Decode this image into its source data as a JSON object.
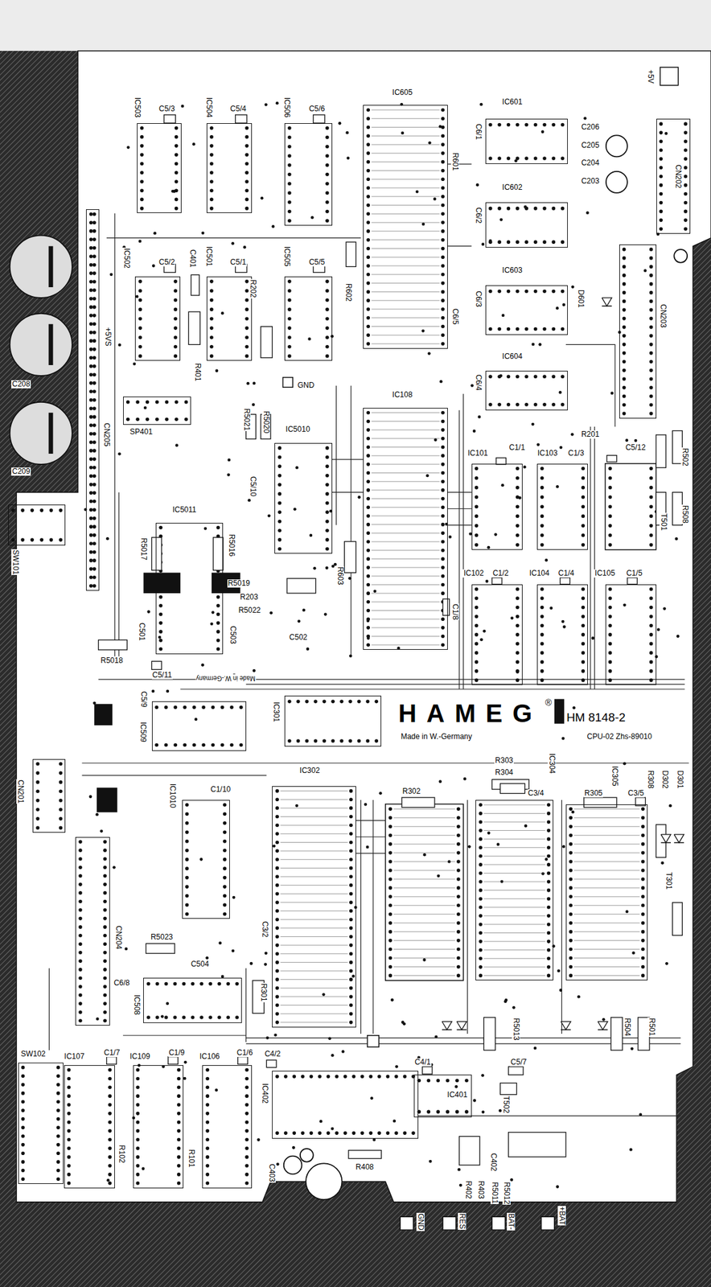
{
  "diagram": {
    "nodes": [
      {
        "text": [
          "IC503"
        ]
      },
      {
        "text": [
          "IC504"
        ]
      },
      {
        "text": [
          "IC506"
        ]
      },
      {
        "text": [
          "IC605"
        ]
      },
      {
        "text": [
          "IC601"
        ]
      },
      {
        "text": [
          "IC602"
        ]
      },
      {
        "text": [
          "IC603"
        ]
      },
      {
        "text": [
          "IC604"
        ]
      },
      {
        "text": [
          "CN202"
        ]
      },
      {
        "text": [
          "IC502"
        ]
      },
      {
        "text": [
          "IC501"
        ]
      },
      {
        "text": [
          "IC505"
        ]
      },
      {
        "text": [
          "CN203"
        ]
      },
      {
        "text": [
          "CN205"
        ]
      },
      {
        "text": [
          "SP401"
        ]
      },
      {
        "text": [
          "IC5010"
        ]
      },
      {
        "text": [
          "IC108"
        ]
      },
      {
        "text": [
          "IC101"
        ]
      },
      {
        "text": [
          "IC103"
        ]
      },
      {
        "text": [
          "SW101"
        ]
      },
      {
        "text": [
          "IC5011"
        ]
      },
      {
        "text": [
          "IC102"
        ]
      },
      {
        "text": [
          "IC104"
        ]
      },
      {
        "text": [
          "IC105"
        ]
      },
      {
        "text": [
          "IC509"
        ]
      },
      {
        "text": [
          "IC301"
        ]
      },
      {
        "text": [
          "CN201"
        ]
      },
      {
        "text": [
          "IC1010"
        ]
      },
      {
        "text": [
          "IC302"
        ]
      },
      {
        "text": [
          "IC304"
        ]
      },
      {
        "text": [
          "IC305"
        ]
      },
      {
        "text": [
          "CN204"
        ]
      },
      {
        "text": [
          "IC508"
        ]
      },
      {
        "text": [
          "SW102"
        ]
      },
      {
        "text": [
          "IC107"
        ]
      },
      {
        "text": [
          "IC109"
        ]
      },
      {
        "text": [
          "IC106"
        ]
      },
      {
        "text": [
          "IC402"
        ]
      },
      {
        "text": [
          "IC401"
        ]
      }
    ],
    "labels": [
      "+5V",
      "C5/3",
      "C5/4",
      "C5/6",
      "R601",
      "C6/1",
      "C206",
      "C205",
      "C204",
      "C203",
      "C6/2",
      "C5/2",
      "C401",
      "C5/1",
      "C5/5",
      "C6/3",
      "D601",
      "R202",
      "R602",
      "C6/5",
      "+5VS",
      "R401",
      "C6/4",
      "GND",
      "C208",
      "C209",
      "R5021",
      "R5020",
      "C5/10",
      "R5017",
      "R5016",
      "R5019",
      "R203",
      "R5022",
      "R603",
      "C1/8",
      "C502",
      "C501",
      "C503",
      "R5018",
      "C5/11",
      "Made in W.-Germany",
      "R201",
      "C1/1",
      "C1/3",
      "C5/12",
      "R502",
      "T501",
      "R508",
      "C1/2",
      "C1/4",
      "C1/5",
      "C5/9",
      "HAMEG",
      "®",
      "HM 8148-2",
      "Made in W.-Germany",
      "CPU-02 Zhs-89010",
      "C1/10",
      "R302",
      "R303",
      "R304",
      "C3/4",
      "R305",
      "C3/5",
      "R308",
      "D302",
      "D301",
      "T301",
      "C3/2",
      "R5023",
      "C504",
      "C6/8",
      "R301",
      "R5013",
      "R504",
      "R501",
      "C1/7",
      "C1/9",
      "C1/6",
      "C4/2",
      "C4/1",
      "C5/7",
      "T502",
      "R102",
      "R101",
      "R408",
      "C403",
      "C402",
      "R402",
      "R403",
      "R5011",
      "R5012",
      "GND",
      "RES",
      "BAT-",
      "+BAT"
    ]
  }
}
